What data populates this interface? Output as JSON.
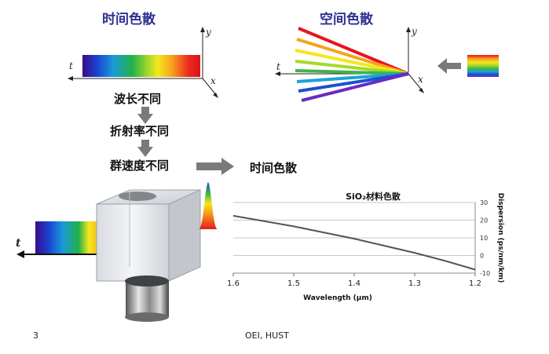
{
  "headings": {
    "time_dispersion": "时间色散",
    "space_dispersion": "空间色散"
  },
  "axes": {
    "left": {
      "t": "t",
      "x": "x",
      "y": "y"
    },
    "right": {
      "t": "t",
      "x": "x",
      "y": "y"
    }
  },
  "steps": [
    "波长不同",
    "折射率不同",
    "群速度不同"
  ],
  "conclusion": "时间色散",
  "crystal_t_label": "t",
  "footer": {
    "page_number": "3",
    "org": "OEI, HUST"
  },
  "chart_data": {
    "type": "line",
    "title": "SiO₂材料色散",
    "xlabel": "Wavelength (μm)",
    "ylabel": "Dispersion (ps/nm/km)",
    "x_ticks": [
      "1.2",
      "1.3",
      "1.4",
      "1.5",
      "1.6"
    ],
    "y_ticks": [
      "-10",
      "0",
      "10",
      "20",
      "30"
    ],
    "xlim": [
      1.2,
      1.6
    ],
    "ylim": [
      -10,
      30
    ],
    "x_axis_reversed": true,
    "series": [
      {
        "x": [
          1.2,
          1.25,
          1.3,
          1.35,
          1.4,
          1.45,
          1.5,
          1.55,
          1.6
        ],
        "y": [
          -8,
          -3,
          1.5,
          5.5,
          9.5,
          13,
          16.5,
          19.5,
          22.5
        ]
      }
    ]
  },
  "colors": {
    "heading": "#2e3192",
    "arrow_gray": "#7a7a7a",
    "curve": "#555555",
    "rays": [
      "#e8141c",
      "#f7a21b",
      "#f4e71c",
      "#a6d92a",
      "#3fb449",
      "#1aa3d8",
      "#1a4fd0",
      "#6a2bc0",
      "#8a3ab8"
    ]
  },
  "icons": {
    "step_arrow": "down-arrow-icon",
    "to_conclusion_arrow": "right-arrow-icon",
    "input_arrow": "left-arrow-icon"
  }
}
